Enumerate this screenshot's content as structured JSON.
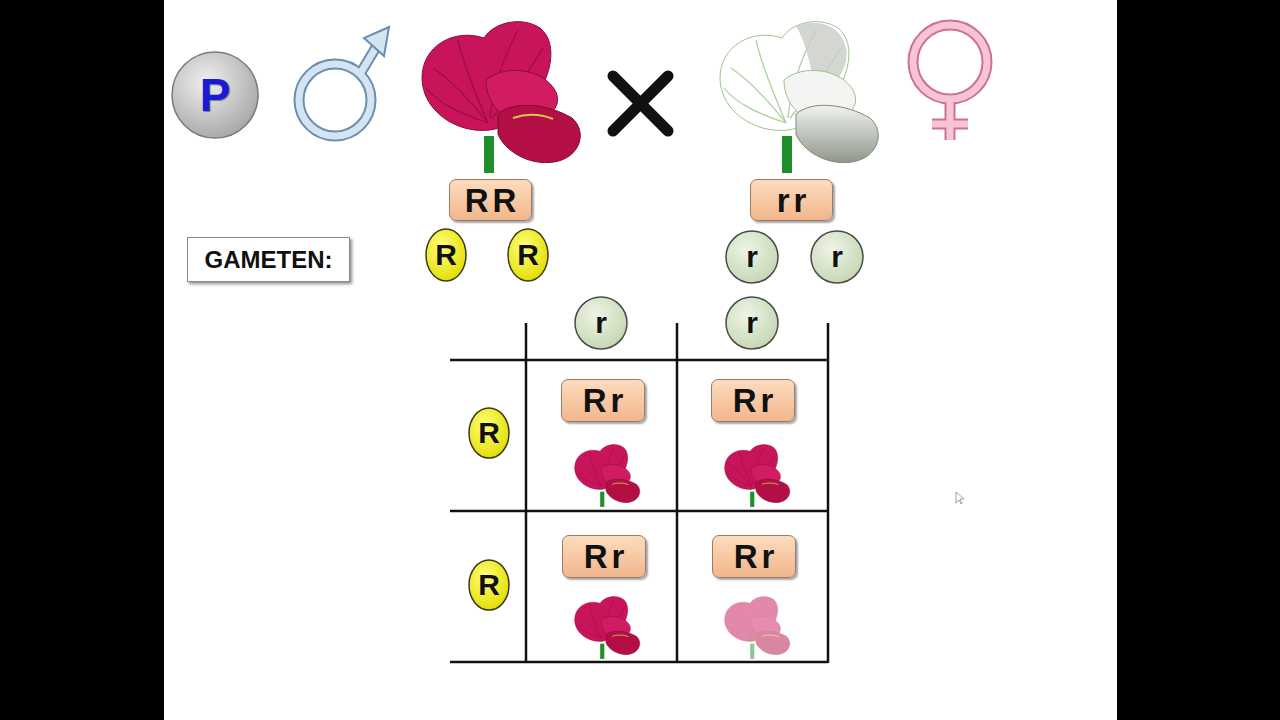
{
  "diagram": {
    "nodes": [
      {
        "text": [
          "P"
        ]
      },
      {
        "text": [
          "RR"
        ]
      },
      {
        "text": [
          "rr"
        ]
      },
      {
        "text": [
          "GAMETEN:"
        ]
      },
      {
        "text": [
          "R"
        ]
      },
      {
        "text": [
          "R"
        ]
      },
      {
        "text": [
          "r"
        ]
      },
      {
        "text": [
          "r"
        ]
      },
      {
        "text": [
          "r"
        ]
      },
      {
        "text": [
          "r"
        ]
      },
      {
        "text": [
          "R"
        ]
      },
      {
        "text": [
          "Rr"
        ]
      },
      {
        "text": [
          "Rr"
        ]
      },
      {
        "text": [
          "R"
        ]
      },
      {
        "text": [
          "Rr"
        ]
      },
      {
        "text": [
          "Rr"
        ]
      }
    ]
  }
}
